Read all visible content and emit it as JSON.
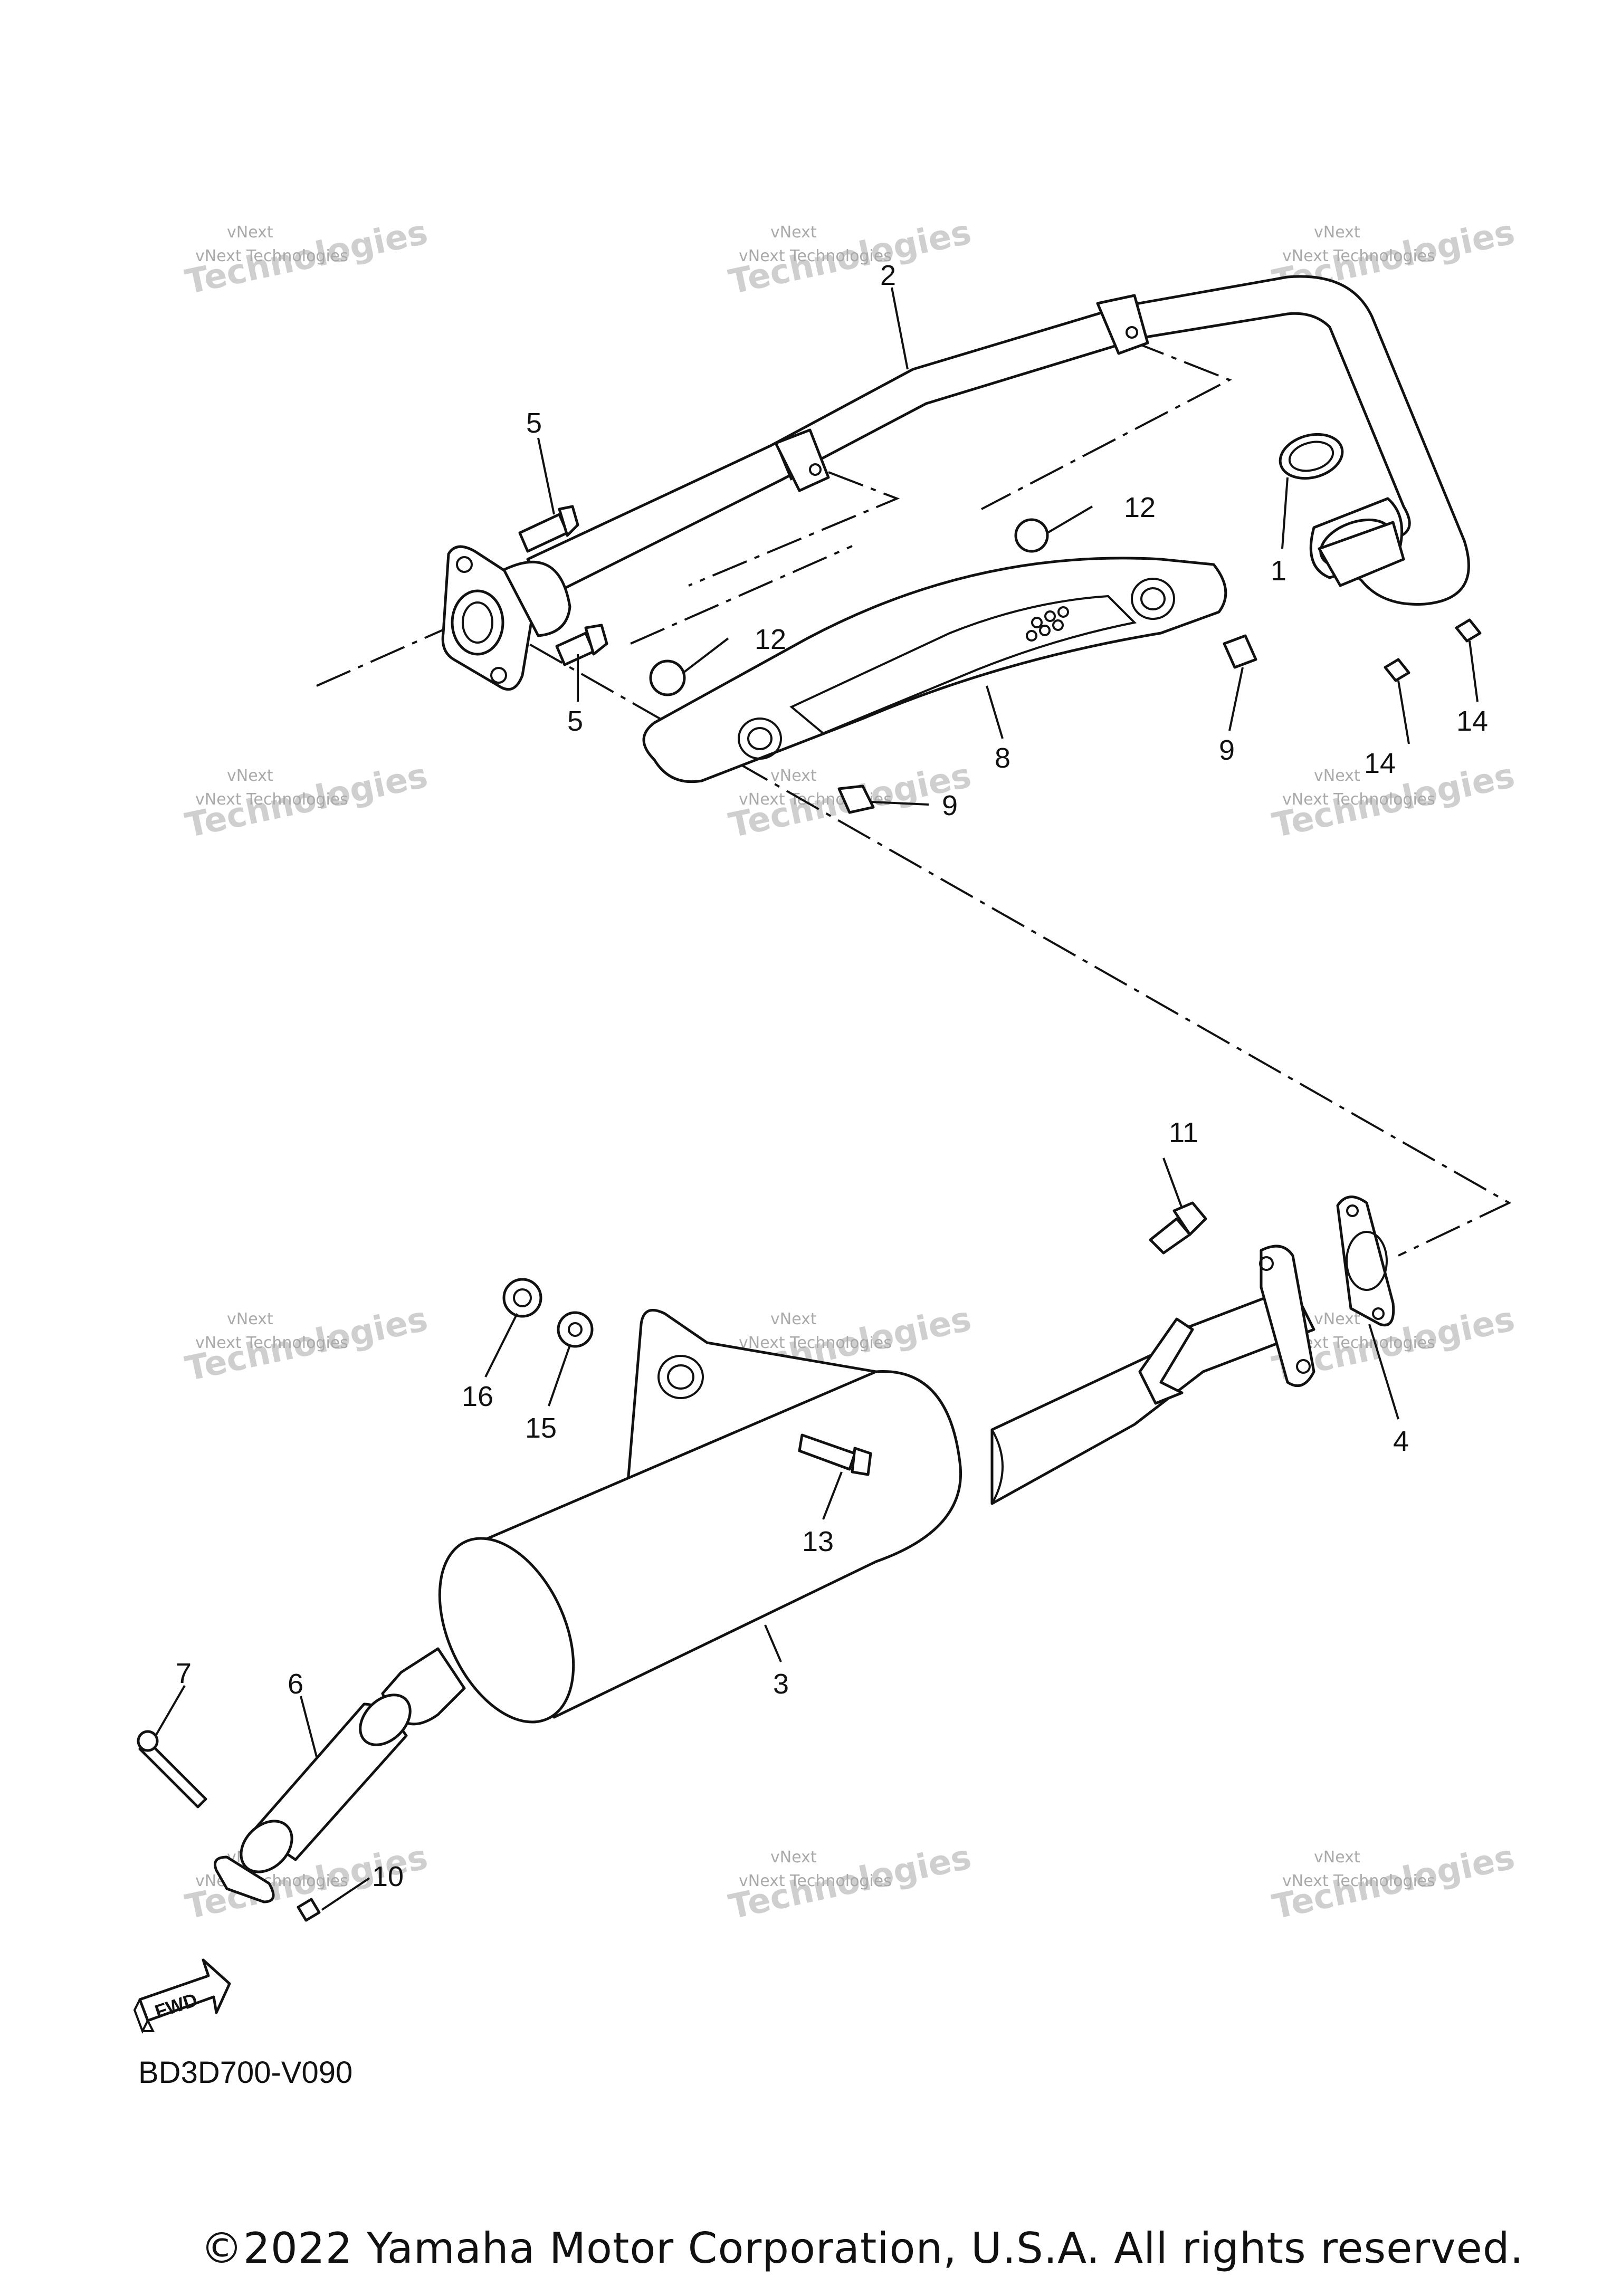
{
  "diagram": {
    "callouts": [
      {
        "id": "c2a",
        "text": "2"
      },
      {
        "id": "c5a",
        "text": "5"
      },
      {
        "id": "c5b",
        "text": "5"
      },
      {
        "id": "c12a",
        "text": "12"
      },
      {
        "id": "c12b",
        "text": "12"
      },
      {
        "id": "c1",
        "text": "1"
      },
      {
        "id": "c8",
        "text": "8"
      },
      {
        "id": "c9a",
        "text": "9"
      },
      {
        "id": "c9b",
        "text": "9"
      },
      {
        "id": "c14a",
        "text": "14"
      },
      {
        "id": "c14b",
        "text": "14"
      },
      {
        "id": "c11",
        "text": "11"
      },
      {
        "id": "c16",
        "text": "16"
      },
      {
        "id": "c15",
        "text": "15"
      },
      {
        "id": "c4",
        "text": "4"
      },
      {
        "id": "c13",
        "text": "13"
      },
      {
        "id": "c3",
        "text": "3"
      },
      {
        "id": "c7",
        "text": "7"
      },
      {
        "id": "c6",
        "text": "6"
      },
      {
        "id": "c10",
        "text": "10"
      }
    ],
    "watermark_line1": "vNext",
    "watermark_line2": "vNext Technologies",
    "watermark_line3": "Technologies",
    "fwd_label": "FWD"
  },
  "footer": {
    "code": "BD3D700-V090",
    "copyright": "©2022 Yamaha Motor Corporation, U.S.A. All rights reserved."
  }
}
